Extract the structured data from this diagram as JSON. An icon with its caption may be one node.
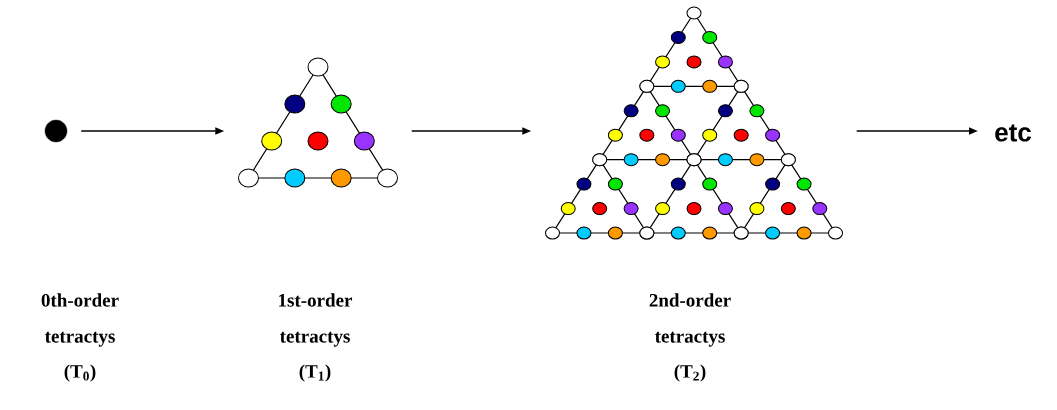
{
  "diagram": {
    "nodes": [
      {
        "text": [],
        "shape": "circle",
        "beside": [
          "0th-order tetractys",
          "(T$_{0}$)"
        ]
      },
      {
        "text": [],
        "shape": "triangle",
        "beside": [
          "1st-order tetractys",
          "(T$_{1}$)"
        ]
      },
      {
        "text": [],
        "shape": "triangle",
        "beside": [
          "2nd-order tetractys",
          "(T$_{2}$)"
        ]
      },
      {
        "text": [
          "etc"
        ]
      }
    ],
    "edges": [
      {
        "from": 0,
        "to": 1,
        "arrow": "to"
      },
      {
        "from": 1,
        "to": 2,
        "arrow": "to"
      },
      {
        "from": 2,
        "to": 3,
        "arrow": "to"
      }
    ]
  }
}
